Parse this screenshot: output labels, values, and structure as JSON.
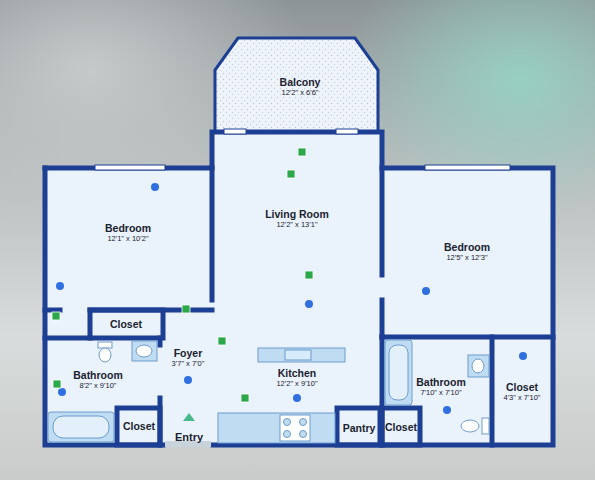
{
  "diagram": {
    "nodes": [
      {
        "text": [
          "Balcony",
          "12'2\" x 6'6\""
        ]
      },
      {
        "text": [
          "Bedroom",
          "12'1\" x 10'2\""
        ]
      },
      {
        "text": [
          "Living Room",
          "12'2\" x 13'1\""
        ]
      },
      {
        "text": [
          "Bedroom",
          "12'5\" x 12'3\""
        ]
      },
      {
        "text": [
          "Closet"
        ]
      },
      {
        "text": [
          "Foyer",
          "3'7\" x 7'0\""
        ]
      },
      {
        "text": [
          "Kitchen",
          "12'2\" x 9'10\""
        ]
      },
      {
        "text": [
          "Bathroom",
          "8'2\" x 9'10\""
        ]
      },
      {
        "text": [
          "Bathroom",
          "7'10\" x 7'10\""
        ]
      },
      {
        "text": [
          "Closet",
          "4'3\" x 7'10\""
        ]
      },
      {
        "text": [
          "Closet"
        ]
      },
      {
        "text": [
          "Pantry"
        ]
      },
      {
        "text": [
          "Closet"
        ]
      }
    ],
    "labels": [
      "Entry"
    ]
  }
}
